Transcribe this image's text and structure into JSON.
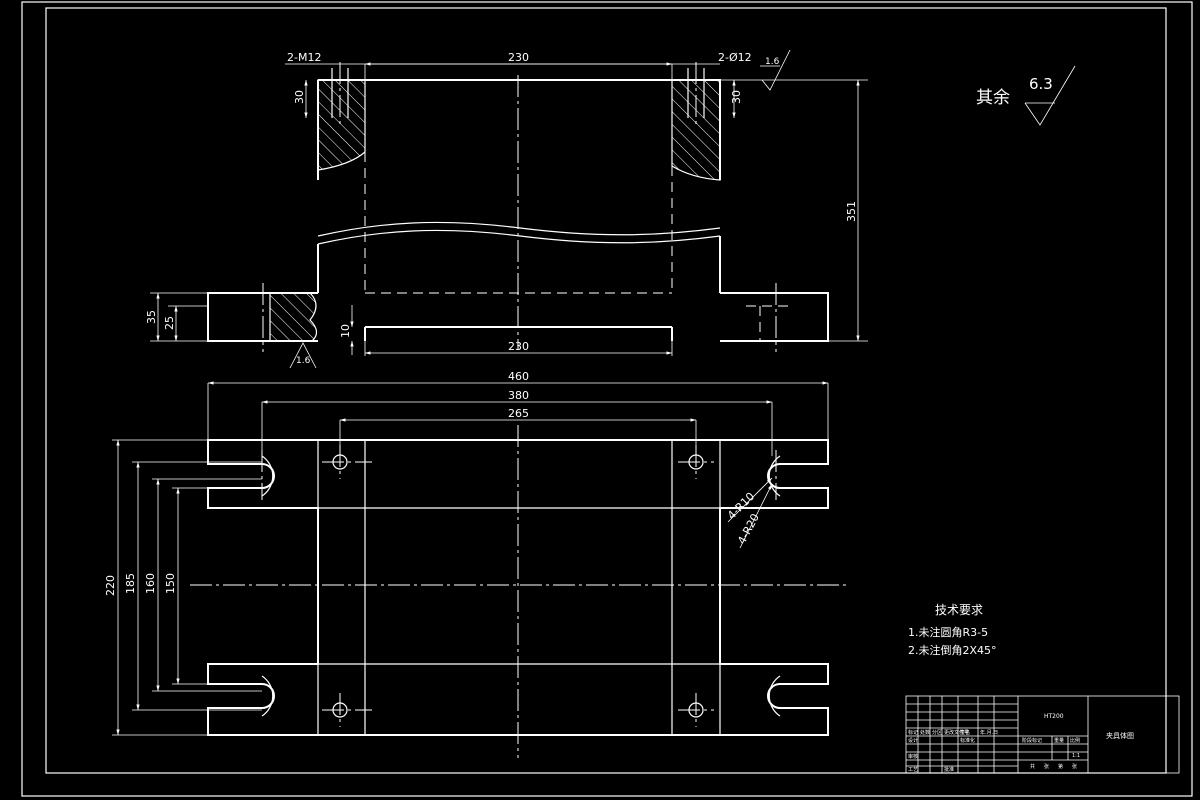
{
  "dimensions": {
    "top_thread": "2-M12",
    "top_width": "230",
    "top_hole": "2-Ø12",
    "roughness_top": "1.6",
    "depth_left": "30",
    "depth_right": "30",
    "height_total": "351",
    "foot_height": "35",
    "foot_height_inner": "25",
    "gap_height": "10",
    "bottom_width": "230",
    "roughness_bottom": "1.6",
    "plan_width_outer": "460",
    "plan_width_mid": "380",
    "plan_width_inner": "265",
    "plan_height_220": "220",
    "plan_height_185": "185",
    "plan_height_160": "160",
    "plan_height_150": "150",
    "radius_outer": "4-R10",
    "radius_inner": "4-R20"
  },
  "roughness_note": {
    "label": "其余",
    "value": "6.3"
  },
  "tech_requirements": {
    "title": "技术要求",
    "items": [
      "1.未注圆角R3-5",
      "2.未注倒角2X45°"
    ]
  },
  "title_block": {
    "material": "HT200",
    "drawing_name": "夹具体图",
    "header_cells": [
      "标记",
      "处数",
      "分区",
      "更改文件号",
      "签名",
      "年.月.日"
    ],
    "row_labels": [
      "设计",
      "审核",
      "工艺"
    ],
    "mid_labels": [
      "标准化",
      "批准"
    ],
    "stage_labels": [
      "阶段标记",
      "重量",
      "比例"
    ],
    "scale": "1:1",
    "sheet_text": [
      "共",
      "张",
      "第",
      "张"
    ]
  }
}
